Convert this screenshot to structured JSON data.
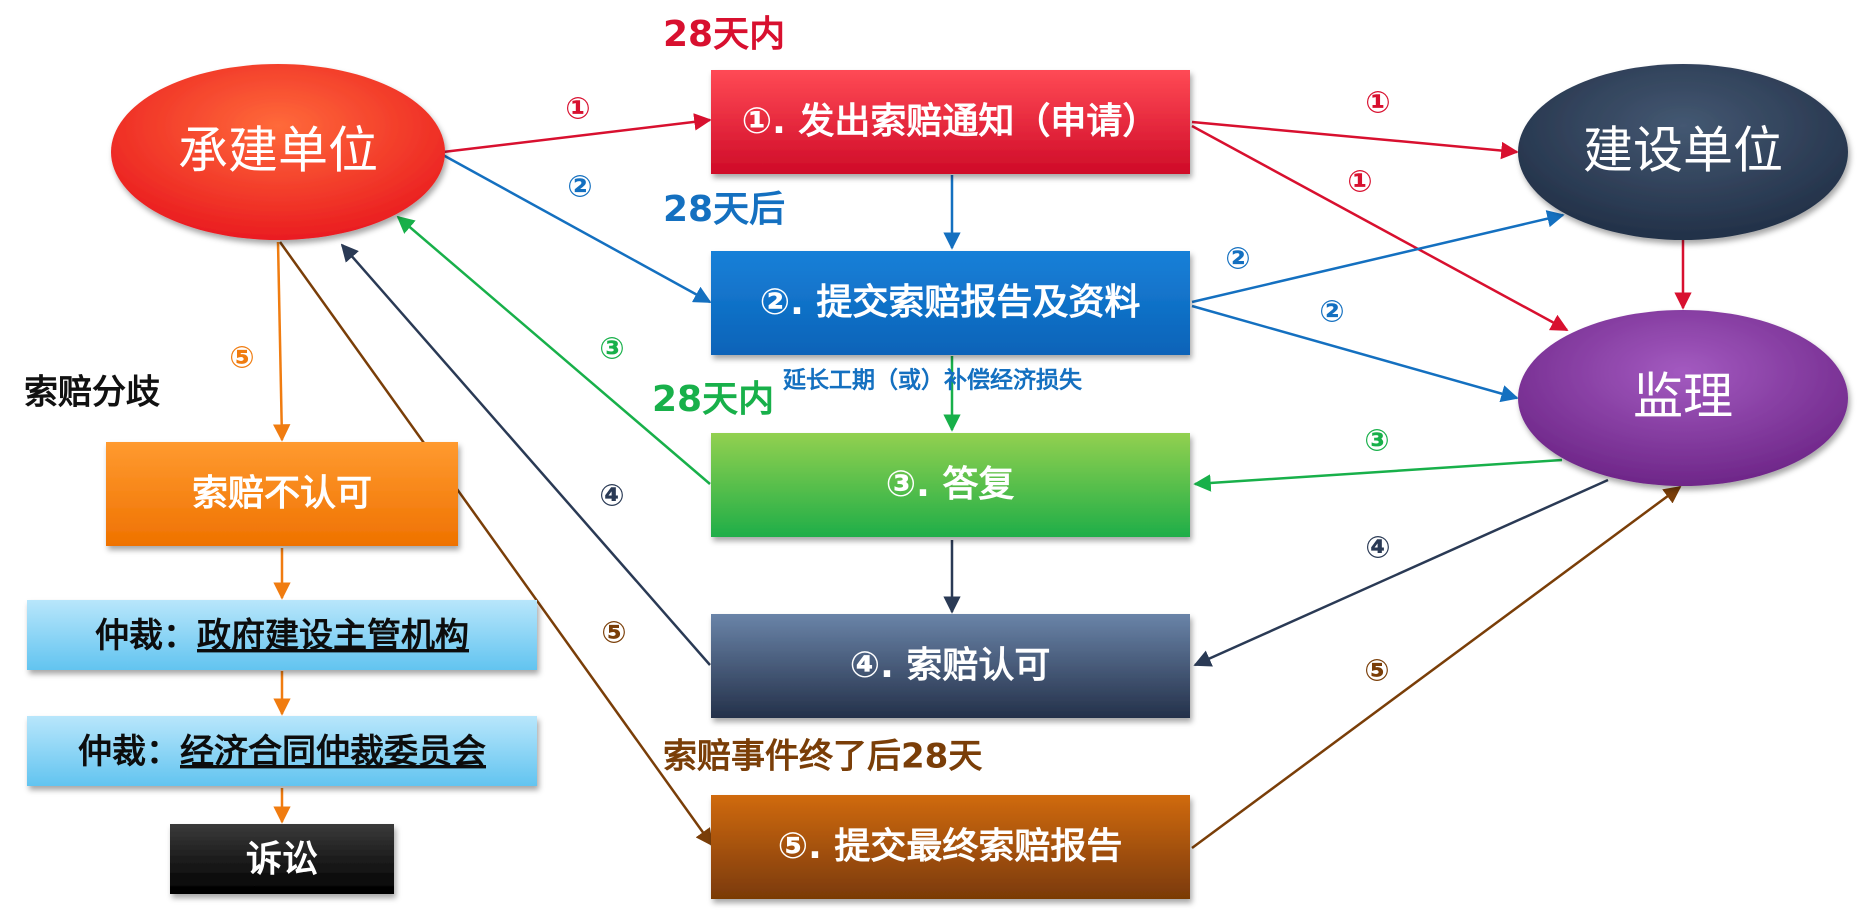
{
  "colors": {
    "red": "#d8102f",
    "blue": "#1470c0",
    "green": "#18b04a",
    "navy": "#2a3a55",
    "orange": "#f07c10",
    "brown": "#7a3e08",
    "purple": "#7a2d96"
  },
  "nodes": {
    "contractor": "承建单位",
    "owner": "建设单位",
    "supervisor": "监理",
    "step1": "①. 发出索赔通知（申请）",
    "step2": "②. 提交索赔报告及资料",
    "step3": "③. 答复",
    "step4": "④. 索赔认可",
    "step5": "⑤. 提交最终索赔报告"
  },
  "labels": {
    "within28_top": "28天内",
    "after28": "28天后",
    "within28_mid": "28天内",
    "extension": "延长工期（或）补偿经济损失",
    "after_event": "索赔事件终了后28天",
    "dispute": "索赔分歧"
  },
  "dispute_path": {
    "not_approved": "索赔不认可",
    "arbitration1_prefix": "仲裁：",
    "arbitration1_body": "政府建设主管机构",
    "arbitration2_prefix": "仲裁：",
    "arbitration2_body": "经济合同仲裁委员会",
    "litigation": "诉讼"
  },
  "step_markers": {
    "m1": "①",
    "m2": "②",
    "m3": "③",
    "m4": "④",
    "m5": "⑤"
  }
}
